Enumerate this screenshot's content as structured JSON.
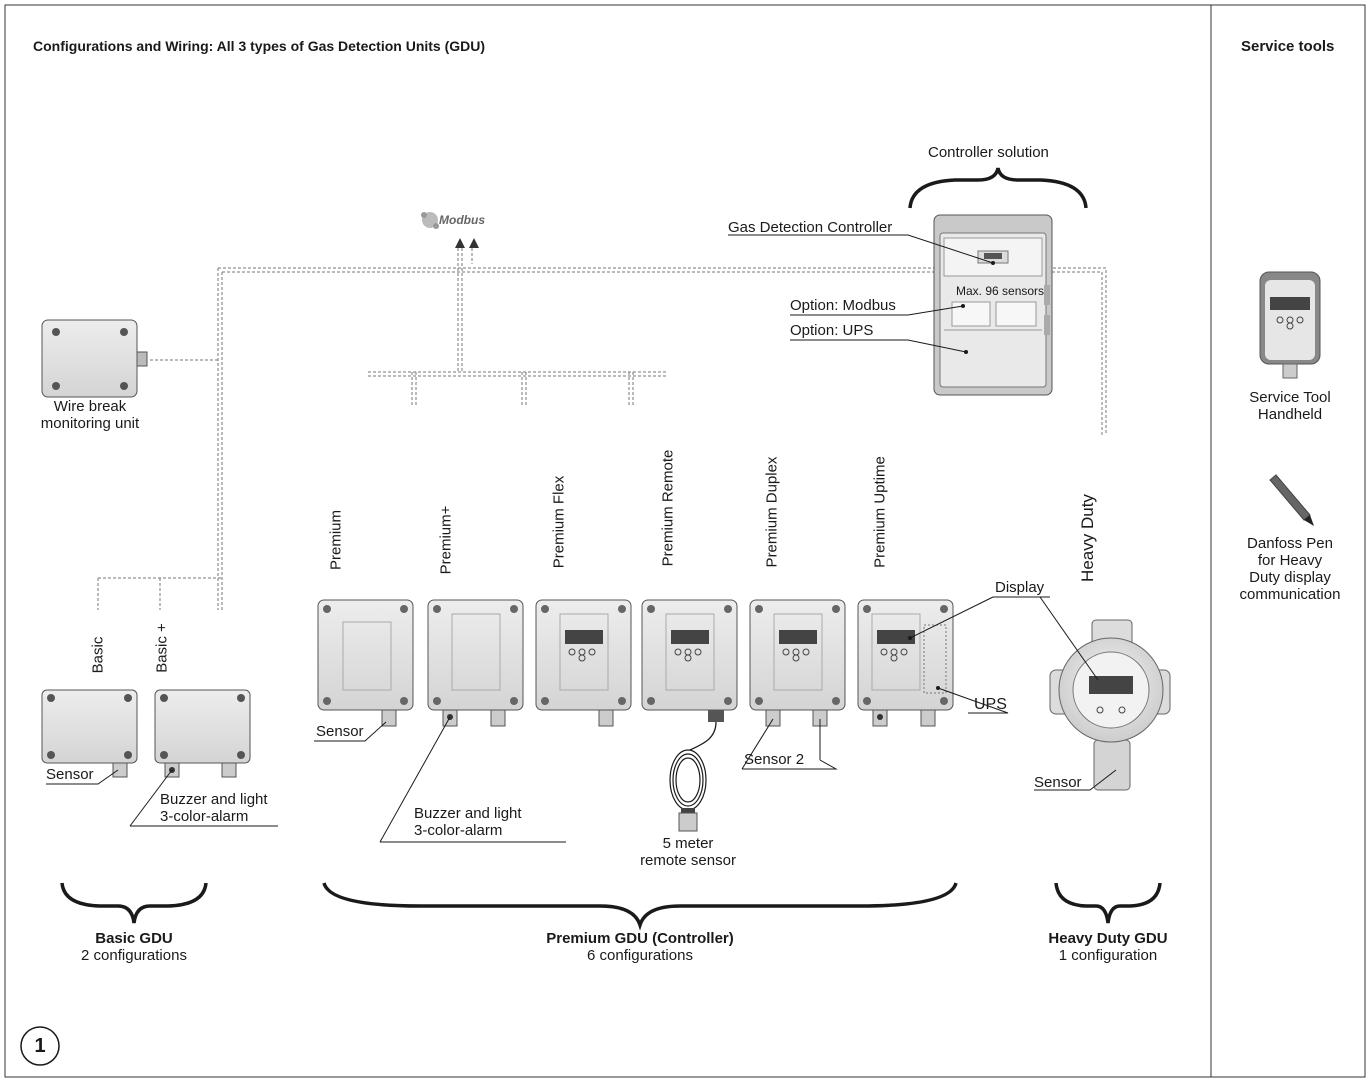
{
  "main_title": "Configurations and Wiring: All 3 types of Gas Detection Units (GDU)",
  "side_title": "Service tools",
  "modbus_logo": "Modbus",
  "controller": {
    "heading": "Controller solution",
    "gdc_label": "Gas Detection Controller",
    "max_sensors": "Max. 96 sensors",
    "opt_modbus": "Option: Modbus",
    "opt_ups": "Option: UPS"
  },
  "wire_break": {
    "line1": "Wire break",
    "line2": "monitoring unit"
  },
  "basic": {
    "labels": [
      "Basic",
      "Basic +"
    ],
    "sensor": "Sensor",
    "buzzer_line1": "Buzzer and light",
    "buzzer_line2": "3-color-alarm",
    "group_title": "Basic GDU",
    "group_sub": "2 configurations"
  },
  "premium": {
    "labels": [
      "Premium",
      "Premium+",
      "Premium Flex",
      "Premium Remote",
      "Premium Duplex",
      "Premium Uptime"
    ],
    "sensor": "Sensor",
    "buzzer_line1": "Buzzer and light",
    "buzzer_line2": "3-color-alarm",
    "remote_line1": "5 meter",
    "remote_line2": "remote sensor",
    "sensor2": "Sensor 2",
    "display": "Display",
    "ups": "UPS",
    "group_title": "Premium GDU (Controller)",
    "group_sub": "6 configurations"
  },
  "heavy": {
    "label": "Heavy  Duty",
    "sensor": "Sensor",
    "group_title": "Heavy Duty GDU",
    "group_sub": "1 configuration"
  },
  "tools": {
    "handheld_line1": "Service Tool",
    "handheld_line2": "Handheld",
    "pen_line1": "Danfoss Pen",
    "pen_line2": "for Heavy",
    "pen_line3": "Duty display",
    "pen_line4": "communication"
  },
  "figure_number": "1"
}
